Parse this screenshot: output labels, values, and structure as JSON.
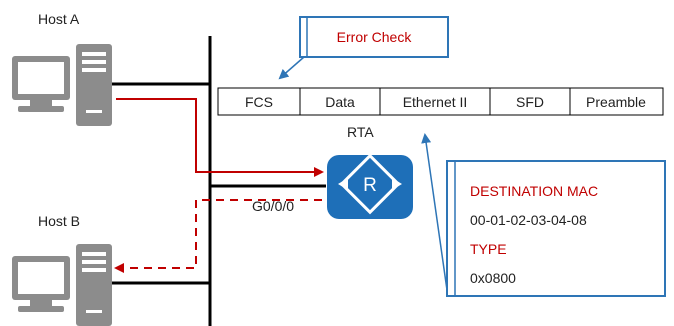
{
  "hosts": {
    "host_a_label": "Host A",
    "host_b_label": "Host B"
  },
  "router": {
    "name": "RTA",
    "interface": "G0/0/0",
    "icon_letter": "R"
  },
  "frame": {
    "fields": [
      "FCS",
      "Data",
      "Ethernet II",
      "SFD",
      "Preamble"
    ]
  },
  "error_check_callout": {
    "text": "Error Check"
  },
  "header_callout": {
    "dest_mac_label": "DESTINATION MAC",
    "dest_mac_value": "00-01-02-03-04-08",
    "type_label": "TYPE",
    "type_value": "0x0800"
  },
  "colors": {
    "accent_red": "#c00000",
    "callout_border": "#2e75b6",
    "router_blue": "#1e6fb8",
    "computer_gray": "#8c8c8c",
    "line_black": "#000000"
  }
}
